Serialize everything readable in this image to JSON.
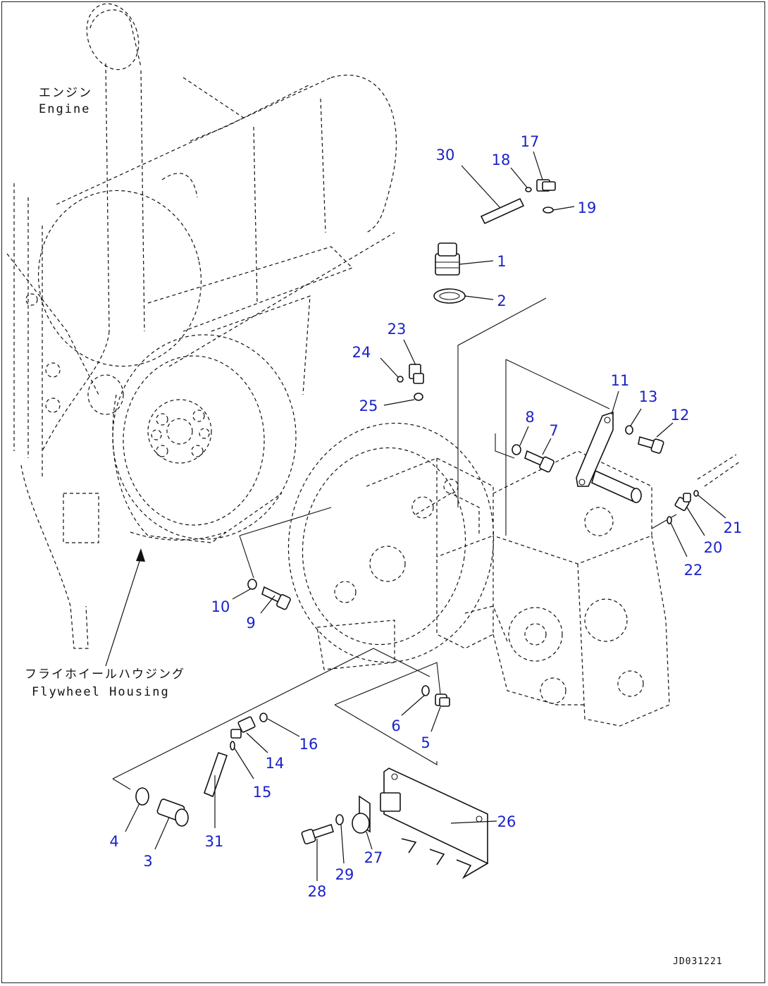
{
  "labels": {
    "engine_jp": "エンジン",
    "engine_en": "Engine",
    "flywheel_jp": "フライホイールハウジング",
    "flywheel_en": "Flywheel Housing",
    "drawing_code": "JD031221"
  },
  "parts": [
    {
      "id": "1",
      "label": "1"
    },
    {
      "id": "2",
      "label": "2"
    },
    {
      "id": "3",
      "label": "3"
    },
    {
      "id": "4",
      "label": "4"
    },
    {
      "id": "5",
      "label": "5"
    },
    {
      "id": "6",
      "label": "6"
    },
    {
      "id": "7",
      "label": "7"
    },
    {
      "id": "8",
      "label": "8"
    },
    {
      "id": "9",
      "label": "9"
    },
    {
      "id": "10",
      "label": "10"
    },
    {
      "id": "11",
      "label": "11"
    },
    {
      "id": "12",
      "label": "12"
    },
    {
      "id": "13",
      "label": "13"
    },
    {
      "id": "14",
      "label": "14"
    },
    {
      "id": "15",
      "label": "15"
    },
    {
      "id": "16",
      "label": "16"
    },
    {
      "id": "17",
      "label": "17"
    },
    {
      "id": "18",
      "label": "18"
    },
    {
      "id": "19",
      "label": "19"
    },
    {
      "id": "20",
      "label": "20"
    },
    {
      "id": "21",
      "label": "21"
    },
    {
      "id": "22",
      "label": "22"
    },
    {
      "id": "23",
      "label": "23"
    },
    {
      "id": "24",
      "label": "24"
    },
    {
      "id": "25",
      "label": "25"
    },
    {
      "id": "26",
      "label": "26"
    },
    {
      "id": "27",
      "label": "27"
    },
    {
      "id": "28",
      "label": "28"
    },
    {
      "id": "29",
      "label": "29"
    },
    {
      "id": "30",
      "label": "30"
    },
    {
      "id": "31",
      "label": "31"
    }
  ],
  "colors": {
    "part_number": "#1a22c8",
    "line": "#111111"
  }
}
